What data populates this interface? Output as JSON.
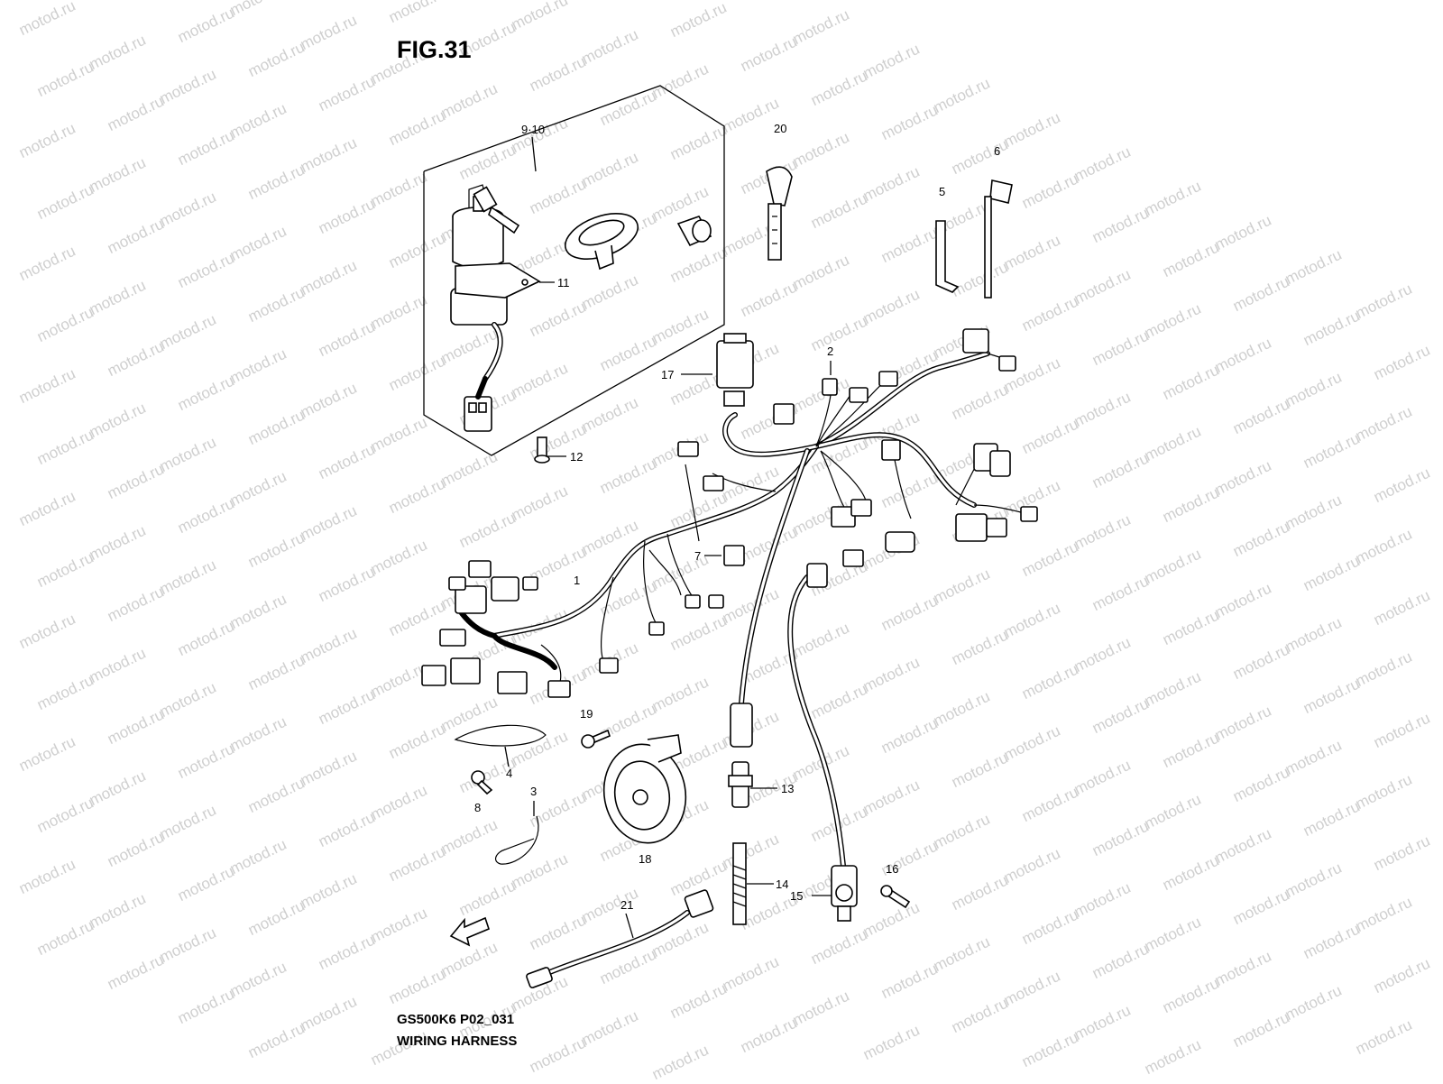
{
  "figure": {
    "title": "FIG.31",
    "code": "GS500K6 P02_031",
    "name": "WIRING HARNESS"
  },
  "watermark": "motod.ru",
  "callouts": {
    "p1": "1",
    "p2": "2",
    "p3": "3",
    "p4": "4",
    "p5": "5",
    "p6": "6",
    "p7": "7",
    "p8": "8",
    "p9_10": "9·10",
    "p11": "11",
    "p12": "12",
    "p13": "13",
    "p14": "14",
    "p15": "15",
    "p16": "16",
    "p17": "17",
    "p18": "18",
    "p19": "19",
    "p20": "20",
    "p21": "21"
  },
  "colors": {
    "ink": "#000000",
    "watermark": "#cfcfcf",
    "background": "#ffffff"
  }
}
